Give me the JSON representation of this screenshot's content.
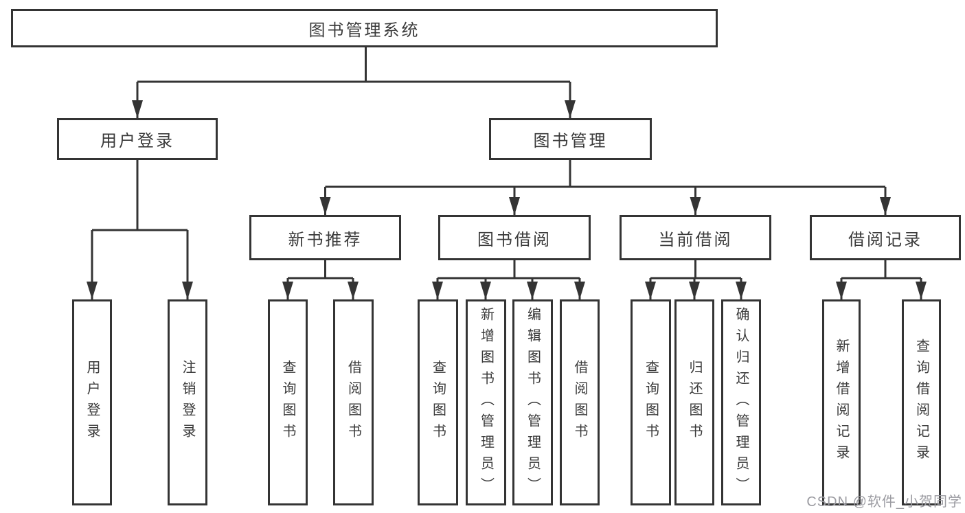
{
  "tree": {
    "label": "图书管理系统",
    "children": [
      {
        "label": "用户登录",
        "children": [
          {
            "label": "用户登录"
          },
          {
            "label": "注销登录"
          }
        ]
      },
      {
        "label": "图书管理",
        "children": [
          {
            "label": "新书推荐",
            "children": [
              {
                "label": "查询图书"
              },
              {
                "label": "借阅图书"
              }
            ]
          },
          {
            "label": "图书借阅",
            "children": [
              {
                "label": "查询图书"
              },
              {
                "label": "新增图书（管理员）"
              },
              {
                "label": "编辑图书（管理员）"
              },
              {
                "label": "借阅图书"
              }
            ]
          },
          {
            "label": "当前借阅",
            "children": [
              {
                "label": "查询图书"
              },
              {
                "label": "归还图书"
              },
              {
                "label": "确认归还（管理员）"
              }
            ]
          },
          {
            "label": "借阅记录",
            "children": [
              {
                "label": "新增借阅记录"
              },
              {
                "label": "查询借阅记录"
              }
            ]
          }
        ]
      }
    ]
  },
  "watermark": {
    "text": "CSDN @软件_小贺同学"
  },
  "colors": {
    "line": "#343434",
    "box_border": "#343434",
    "box_background": "#ffffff",
    "text": "#3a3a3a",
    "watermark": "#9b9ba1",
    "background": "#ffffff"
  }
}
